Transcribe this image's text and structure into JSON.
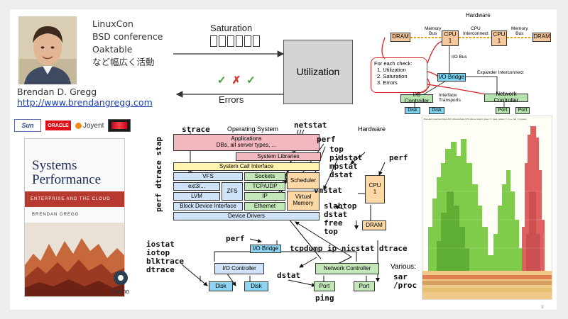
{
  "bio": {
    "lines": [
      "LinuxCon",
      "BSD conference",
      "Oaktable",
      "など幅広く活動"
    ],
    "name": "Brendan D. Gregg",
    "url": "http://www.brendangregg.com"
  },
  "use_diagram": {
    "saturation": "Saturation",
    "utilization": "Utilization",
    "errors": "Errors",
    "marks": [
      "✓",
      "✗",
      "✓"
    ]
  },
  "hw_top": {
    "title": "Hardware",
    "dram_left": "DRAM",
    "dram_right": "DRAM",
    "mem_bus_left": "Memory\nBus",
    "mem_bus_right": "Memory\nBus",
    "cpu_interconnect": "CPU\nInterconnect",
    "cpu1": "CPU\n1",
    "cpu2": "CPU\n1",
    "io_bus": "I/O Bus",
    "io_bridge": "I/O Bridge",
    "expander": "Expander Interconnect",
    "check_title": "For each check:",
    "checks": [
      "1. Utilization",
      "2. Saturation",
      "3. Errors"
    ],
    "io_controller": "I/O Controller",
    "network_controller": "Network Controller",
    "interface_transports": "Interface\nTransports",
    "disk1": "Disk",
    "disk2": "Disk",
    "port1": "Port",
    "port2": "Port"
  },
  "logos": [
    "Sun",
    "ORACLE",
    "Joyent",
    "basho"
  ],
  "book": {
    "title": "Systems\nPerformance",
    "subtitle": "ENTERPRISE AND THE CLOUD",
    "author": "BRENDAN GREGG"
  },
  "os_diagram": {
    "os_title": "Operating System",
    "hw_title": "Hardware",
    "applications": "Applications\nDBs, all server types, ...",
    "system_libraries": "System Libraries",
    "syscall_interface": "System Call Interface",
    "vfs": "VFS",
    "sockets": "Sockets",
    "scheduler": "Scheduler",
    "ext3": "ext3/...",
    "zfs": "ZFS",
    "tcpudp": "TCP/UDP",
    "lvm": "LVM",
    "ip": "IP",
    "virtual_memory": "Virtual\nMemory",
    "block_device": "Block Device Interface",
    "ethernet": "Ethernet",
    "device_drivers": "Device Drivers",
    "cpu": "CPU\n1",
    "dram": "DRAM",
    "io_bridge": "I/O Bridge",
    "io_controller": "I/O Controller",
    "network_controller": "Network Controller",
    "disk1": "Disk",
    "disk2": "Disk",
    "port1": "Port",
    "port2": "Port",
    "various": "Various:",
    "cmds": {
      "strace": "strace",
      "netstat": "netstat",
      "perf_top": "perf",
      "perf_dtrace_stap": "perf dtrace stap",
      "top_stack": "top\npidstat\nmpstat\ndstat",
      "perf_right": "perf",
      "vmstat": "vmstat",
      "slab_stack": "slabtop\ndstat\nfree\ntop",
      "perf_mid": "perf",
      "tcpdump_line": "tcpdump ip nicstat dtrace",
      "io_stack": "iostat\niotop\nblktrace\ndtrace",
      "dstat": "dstat",
      "ping": "ping",
      "sar_proc": "sar\n/proc"
    }
  },
  "flame": {
    "title": "Brendan's patched OpenJDK, Mixed-Mode CPU Flame Graph: green == Java, yellow == C++, red == system"
  },
  "page_number": "3"
}
